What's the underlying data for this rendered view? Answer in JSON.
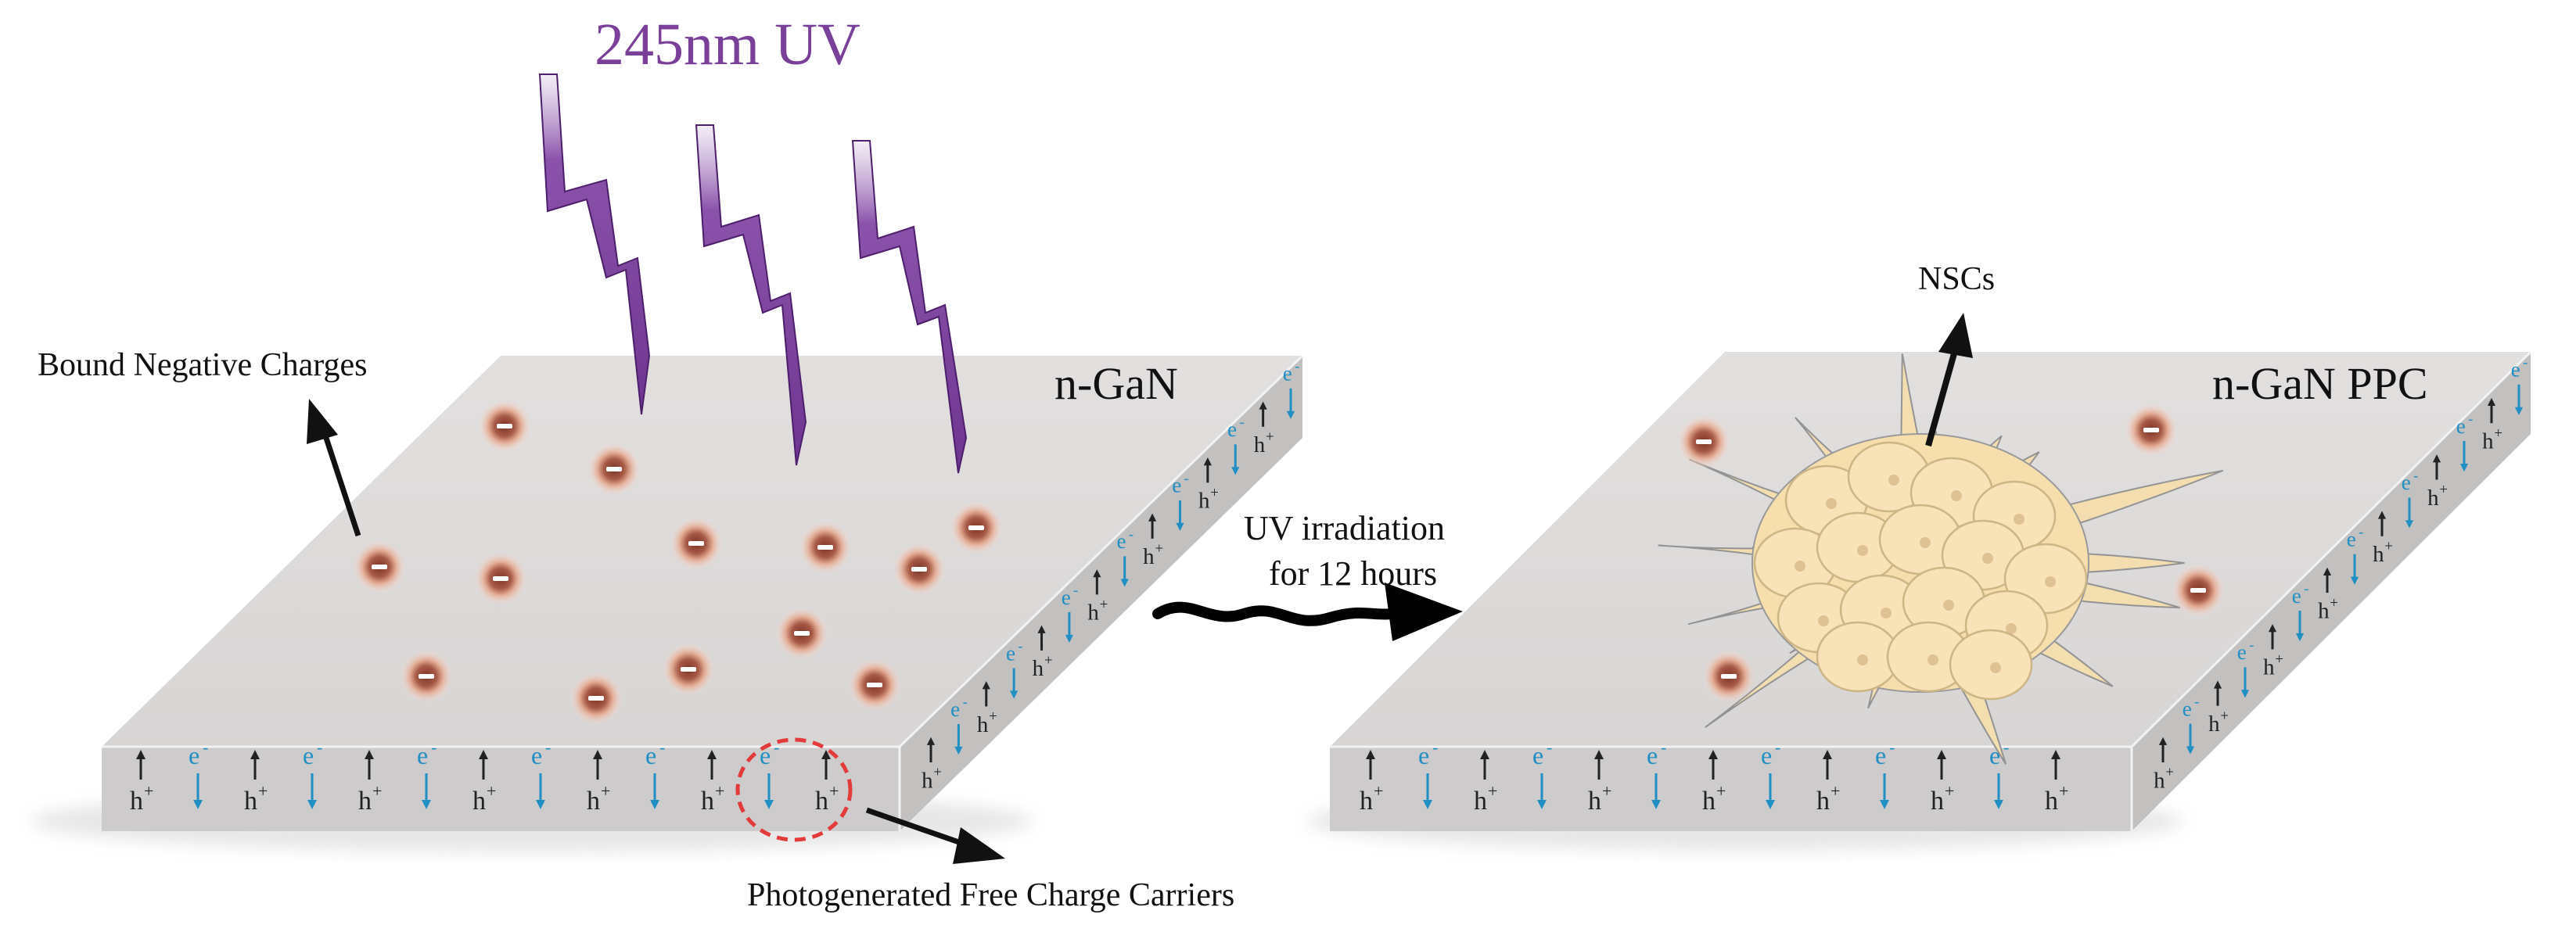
{
  "colors": {
    "uv": "#7a3f98",
    "uv_dark": "#4e1f6b",
    "electron": "#1f8fc4",
    "hole": "#222222",
    "slab_top": "#dedbdb",
    "slab_front": "#cfcdcd",
    "slab_side": "#c2bfbf",
    "charge_core": "#8a3c2e",
    "charge_glow": "#f2c7b4",
    "cell_fill": "#f6dfad",
    "cell_stroke": "#cdb585",
    "highlight_circle": "#e33a3a"
  },
  "labels": {
    "uv_title": "245nm UV",
    "left_slab": "n-GaN",
    "right_slab": "n-GaN PPC",
    "bound_charges": "Bound Negative Charges",
    "free_carriers": "Photogenerated Free Charge Carriers",
    "irradiation_line1": "UV irradiation",
    "irradiation_line2": "for 12 hours",
    "nscs": "NSCs"
  },
  "carrier_symbols": {
    "electron": "e",
    "hole": "h",
    "electron_sign": "-",
    "hole_sign": "+",
    "charge_sign": "−"
  }
}
